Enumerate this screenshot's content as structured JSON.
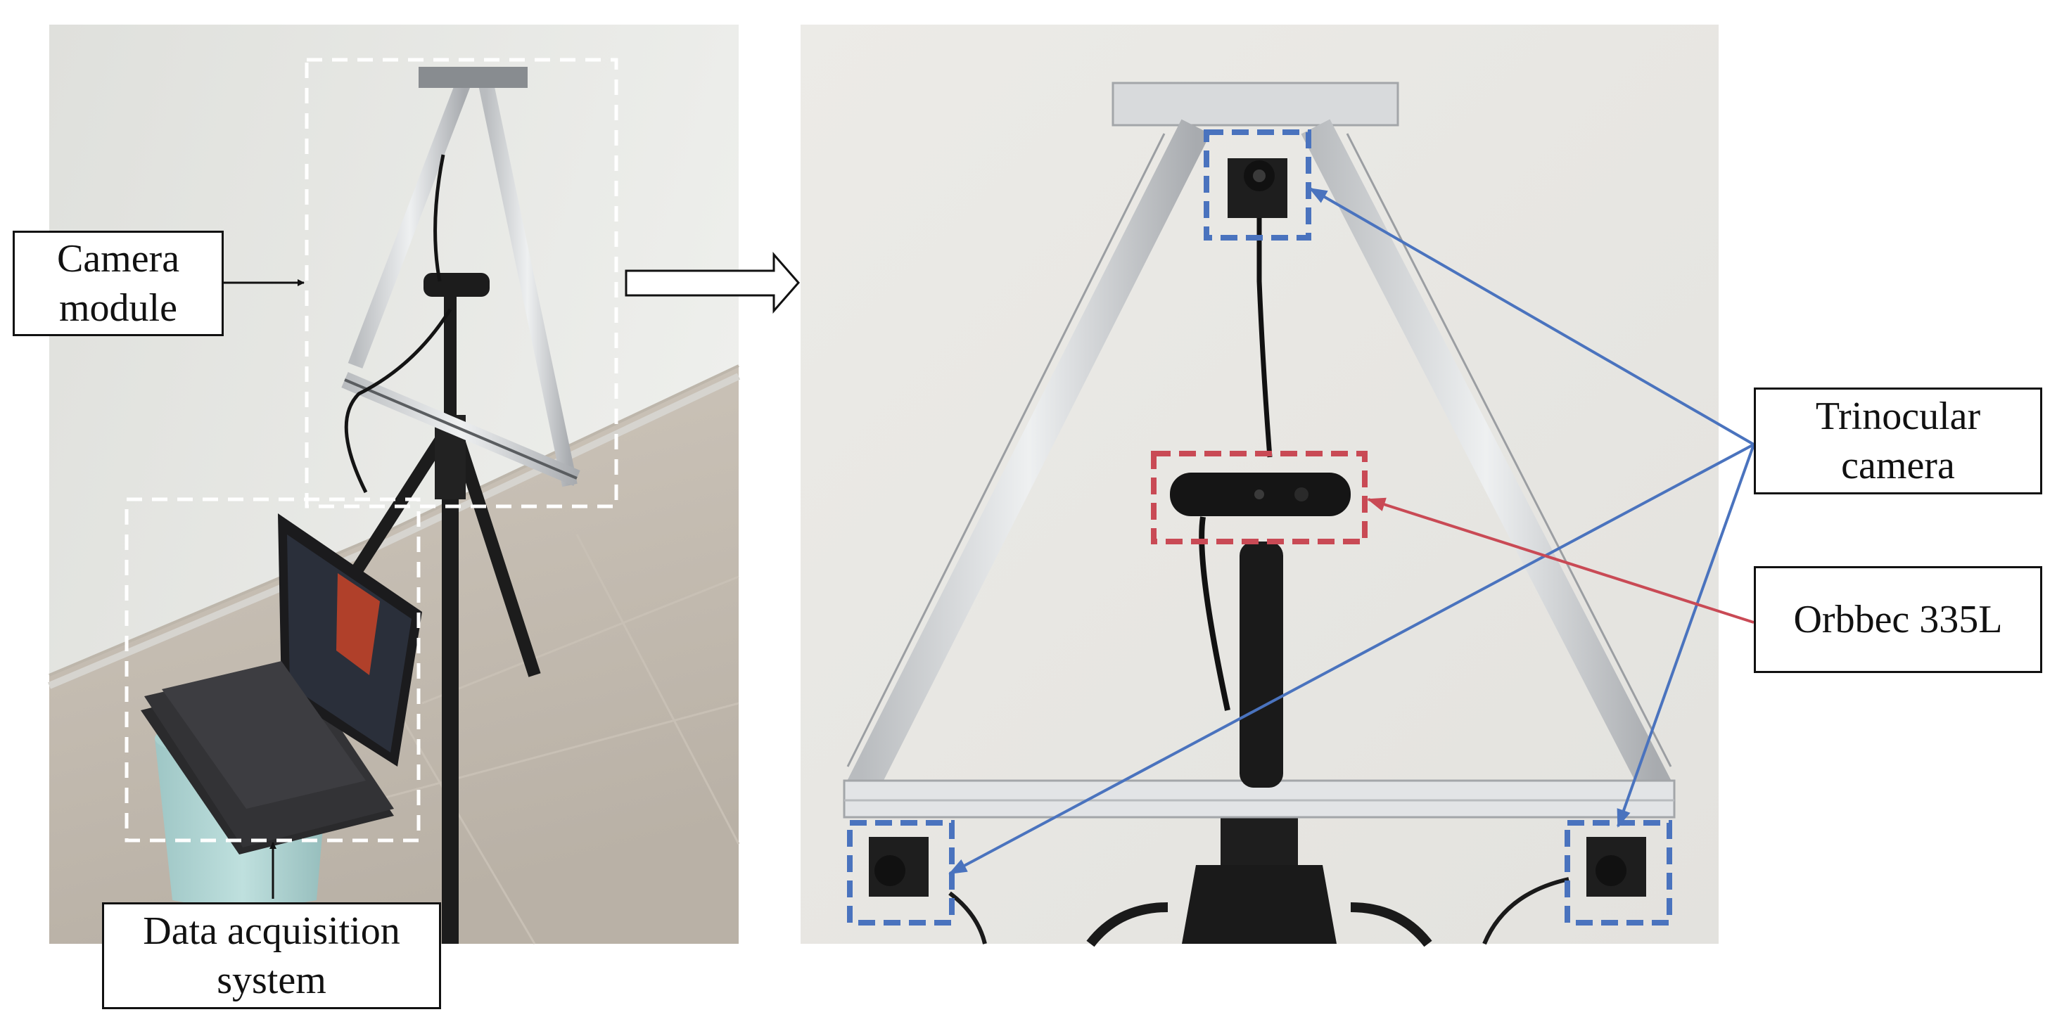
{
  "labels": {
    "camera_module": {
      "line1": "Camera",
      "line2": "module"
    },
    "data_acquisition": {
      "line1": "Data acquisition",
      "line2": "system"
    },
    "trinocular": {
      "line1": "Trinocular",
      "line2": "camera"
    },
    "orbbec": {
      "line1": "Orbbec 335L"
    }
  },
  "colors": {
    "blue_annotation": "#4a73be",
    "red_annotation": "#c94a55",
    "white_dashed": "#ffffff",
    "arrow": "#111111"
  }
}
